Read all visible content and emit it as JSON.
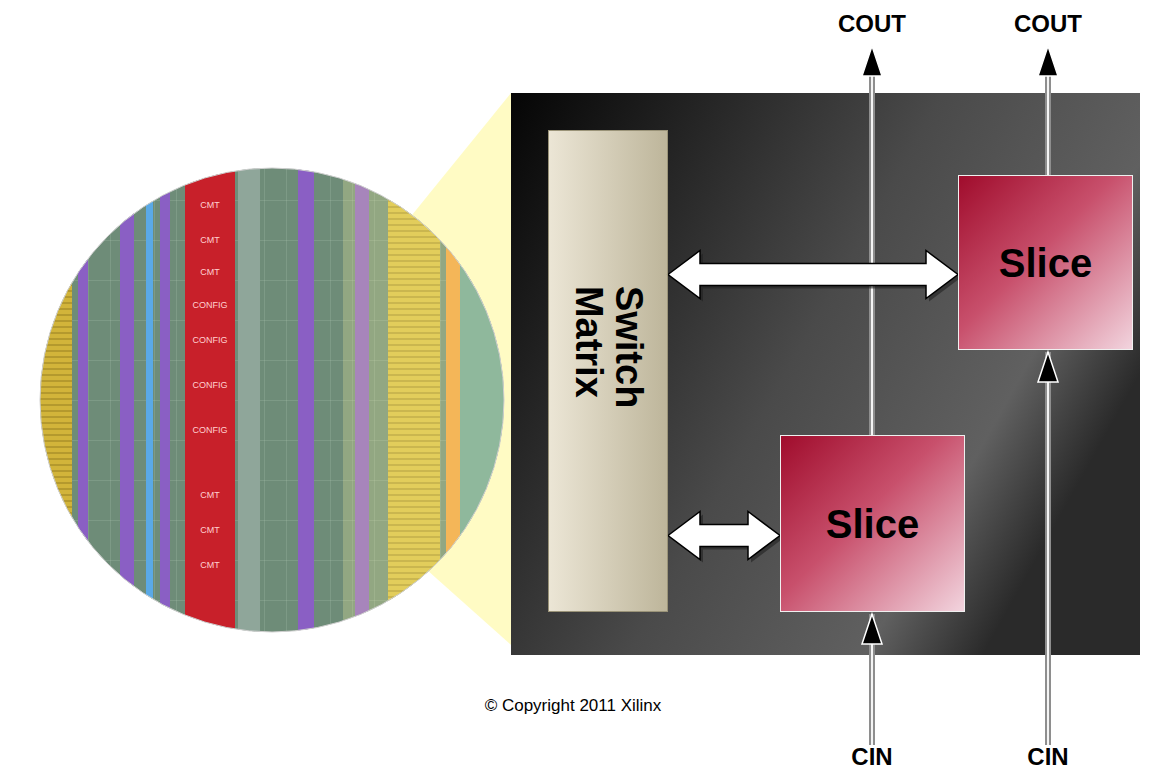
{
  "diagram": {
    "nodes": [
      {
        "text": [
          "Switch Matrix"
        ]
      },
      {
        "text": [
          "Slice"
        ]
      },
      {
        "text": [
          "Slice"
        ]
      }
    ],
    "edges": [
      {
        "from": 0,
        "to": 2,
        "arrow": "both"
      },
      {
        "from": 0,
        "to": 1,
        "arrow": "both"
      }
    ],
    "labels": [
      "COUT",
      "COUT",
      "CIN",
      "CIN",
      "© Copyright 2011 Xilinx",
      "CMT",
      "CMT",
      "CMT",
      "CONFIG",
      "CONFIG",
      "CONFIG",
      "CONFIG",
      "CMT",
      "CMT",
      "CMT"
    ]
  }
}
